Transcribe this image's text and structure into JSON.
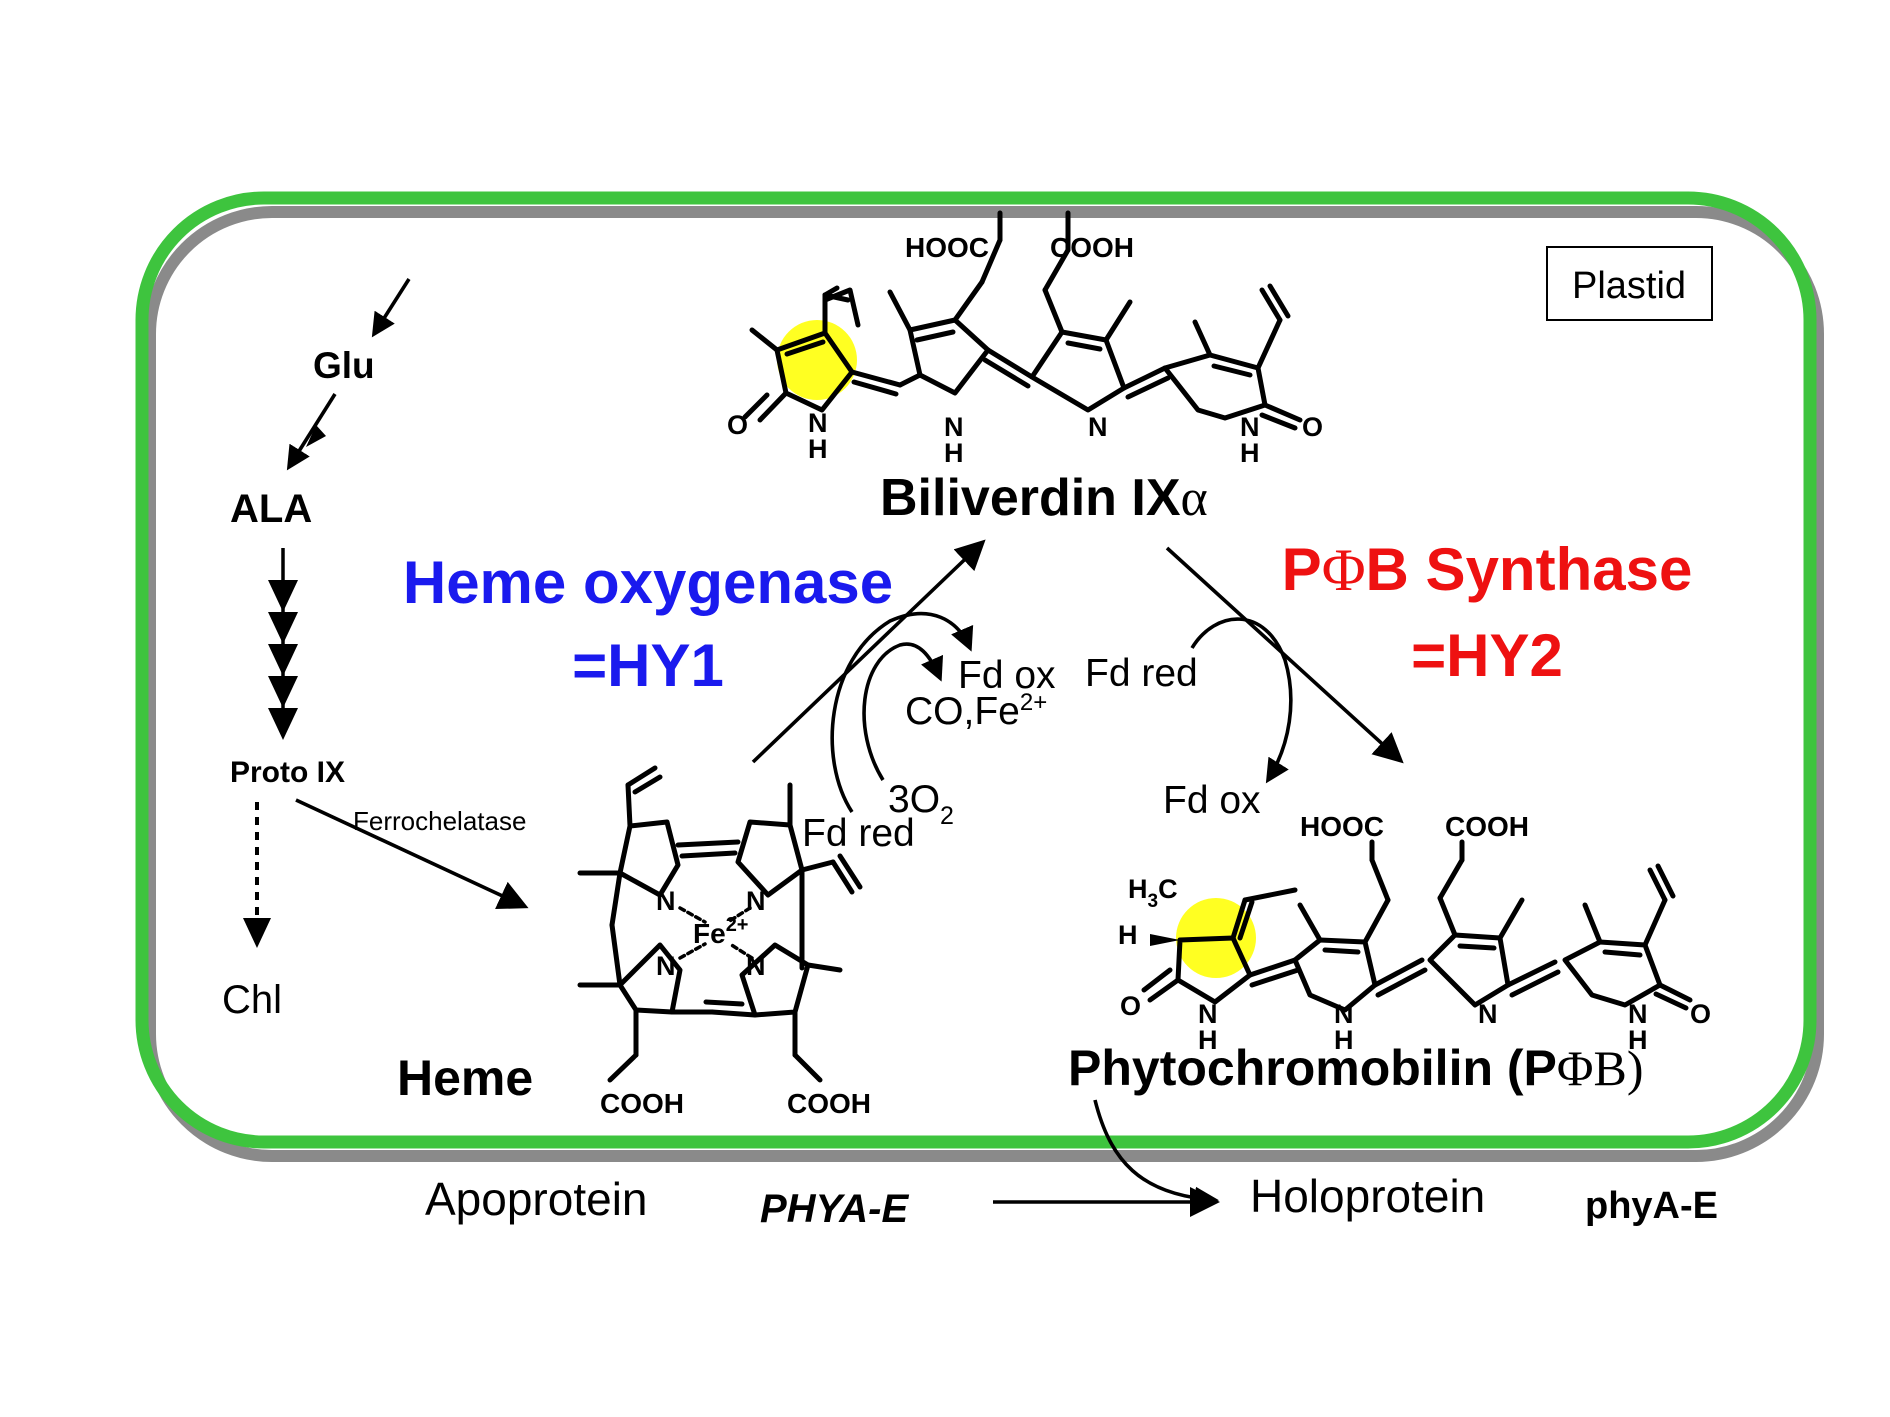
{
  "plastid_label": "Plastid",
  "pathway": {
    "glu": "Glu",
    "ala": "ALA",
    "proto_ix": "Proto IX",
    "ferrochelatase": "Ferrochelatase",
    "chl": "Chl",
    "heme": "Heme"
  },
  "heme_oxygenase": {
    "line1": "Heme oxygenase",
    "line2": "=HY1",
    "color": "#1a1aee"
  },
  "pfb_synthase": {
    "line1_p": "P",
    "line1_phi": "Φ",
    "line1_rest": "B Synthase",
    "line2": "=HY2",
    "color": "#ee1111"
  },
  "biliverdin": {
    "name": "Biliverdin IX",
    "alpha": "α",
    "hooc": "HOOC",
    "cooh": "COOH"
  },
  "phytochromobilin": {
    "name": "Phytochromobilin (P",
    "phi": "Φ",
    "close": "B)",
    "hooc": "HOOC",
    "cooh": "COOH",
    "h3c": "H",
    "h3c_sub": "3",
    "h3c_c": "C",
    "h": "H"
  },
  "heme_struct": {
    "fe": "Fe",
    "fe_charge": "2+",
    "n": "N",
    "cooh1": "COOH",
    "cooh2": "COOH"
  },
  "cofactors": {
    "fd_ox_1": "Fd ox",
    "co_fe": "CO,Fe",
    "co_fe_charge": "2+",
    "o2": "3O",
    "o2_sub": "2",
    "fd_red_1": "Fd red",
    "fd_red_2": "Fd red",
    "fd_ox_2": "Fd ox"
  },
  "bottom": {
    "apoprotein": "Apoprotein",
    "phya_e_gene": "PHYA-E",
    "holoprotein": "Holoprotein",
    "phya_e_protein": "phyA-E"
  },
  "colors": {
    "plastid_border": "#3ec43e",
    "plastid_shadow": "#8a8a8a",
    "highlight": "#ffff22"
  }
}
